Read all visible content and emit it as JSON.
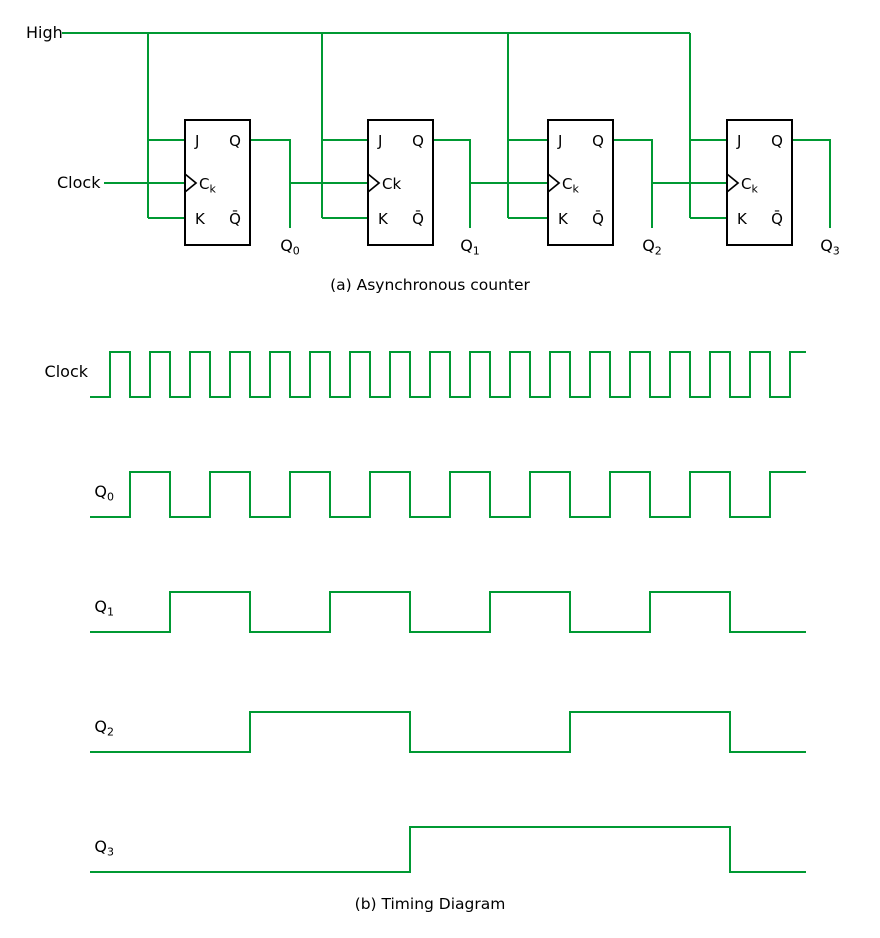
{
  "figure": {
    "colors": {
      "wire": "#009933",
      "ink": "#000000",
      "background": "#ffffff"
    }
  },
  "circuit": {
    "high_label": "High",
    "clock_label": "Clock",
    "caption": "(a) Asynchronous counter",
    "flipflops": [
      {
        "j": "J",
        "q": "Q",
        "k": "K",
        "qbar": "Q̄",
        "ck": "C",
        "ck_sub": "k",
        "output": "Q",
        "output_sub": "0"
      },
      {
        "j": "J",
        "q": "Q",
        "k": "K",
        "qbar": "Q̄",
        "ck": "Ck",
        "ck_sub": "",
        "output": "Q",
        "output_sub": "1"
      },
      {
        "j": "J",
        "q": "Q",
        "k": "K",
        "qbar": "Q̄",
        "ck": "C",
        "ck_sub": "k",
        "output": "Q",
        "output_sub": "2"
      },
      {
        "j": "J",
        "q": "Q",
        "k": "K",
        "qbar": "Q̄",
        "ck": "C",
        "ck_sub": "k",
        "output": "Q",
        "output_sub": "3"
      }
    ]
  },
  "timing": {
    "caption": "(b) Timing Diagram",
    "total_clock_periods": 17.9,
    "waveforms": [
      {
        "label": "Clock",
        "sub": "",
        "initial_level": 0,
        "first_toggle_period": 0.5,
        "toggle_every_periods": 0.5
      },
      {
        "label": "Q",
        "sub": "0",
        "initial_level": 0,
        "first_toggle_period": 1,
        "toggle_every_periods": 1
      },
      {
        "label": "Q",
        "sub": "1",
        "initial_level": 0,
        "first_toggle_period": 2,
        "toggle_every_periods": 2
      },
      {
        "label": "Q",
        "sub": "2",
        "initial_level": 0,
        "first_toggle_period": 4,
        "toggle_every_periods": 4
      },
      {
        "label": "Q",
        "sub": "3",
        "initial_level": 0,
        "first_toggle_period": 8,
        "toggle_every_periods": 8
      }
    ]
  }
}
